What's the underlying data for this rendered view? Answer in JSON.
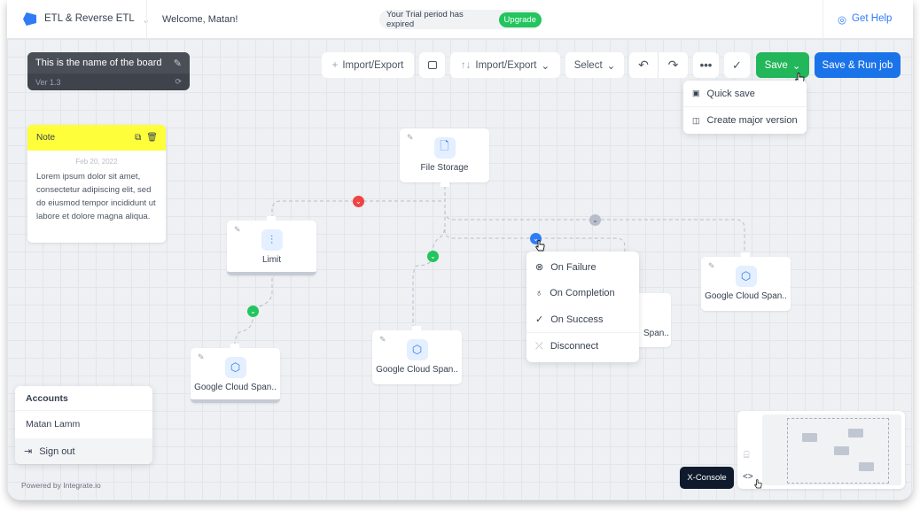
{
  "header": {
    "app_name": "ETL & Reverse ETL",
    "welcome": "Welcome, Matan!",
    "trial_text": "Your Trial period has expired",
    "upgrade_label": "Upgrade",
    "help_label": "Get Help"
  },
  "board": {
    "name": "This is the name of the board",
    "version": "Ver 1.3"
  },
  "toolbar": {
    "import_export_1": "Import/Export",
    "import_export_2": "Import/Export",
    "select": "Select",
    "save": "Save",
    "save_run": "Save & Run job"
  },
  "save_menu": {
    "items": [
      {
        "label": "Quick save",
        "icon": "save-icon"
      },
      {
        "label": "Create major version",
        "icon": "version-icon"
      }
    ]
  },
  "note": {
    "title": "Note",
    "date": "Feb 20, 2022",
    "body": "Lorem ipsum dolor sit amet, consectetur adipiscing elit, sed do eiusmod tempor incididunt ut labore et dolore magna aliqua."
  },
  "nodes": {
    "file_storage": "File Storage",
    "limit": "Limit",
    "gcs1": "Google Cloud Span..",
    "gcs2": "Google Cloud Span..",
    "gcs3": "Span..",
    "gcs4": "Google Cloud Span.."
  },
  "connection_menu": {
    "items": [
      {
        "label": "On Failure",
        "icon": "x-circle-icon"
      },
      {
        "label": "On Completion",
        "icon": "award-icon"
      },
      {
        "label": "On Success",
        "icon": "check-circle-icon"
      },
      {
        "label": "Disconnect",
        "icon": "disconnect-icon"
      }
    ]
  },
  "accounts": {
    "title": "Accounts",
    "user": "Matan Lamm",
    "sign_out": "Sign out"
  },
  "footer": {
    "powered": "Powered by Integrate.io"
  },
  "tooltip": {
    "xconsole": "X-Console"
  },
  "colors": {
    "accent": "#1a73e8",
    "success": "#22c55e",
    "failure": "#ef4444",
    "note": "#fefe3a"
  }
}
